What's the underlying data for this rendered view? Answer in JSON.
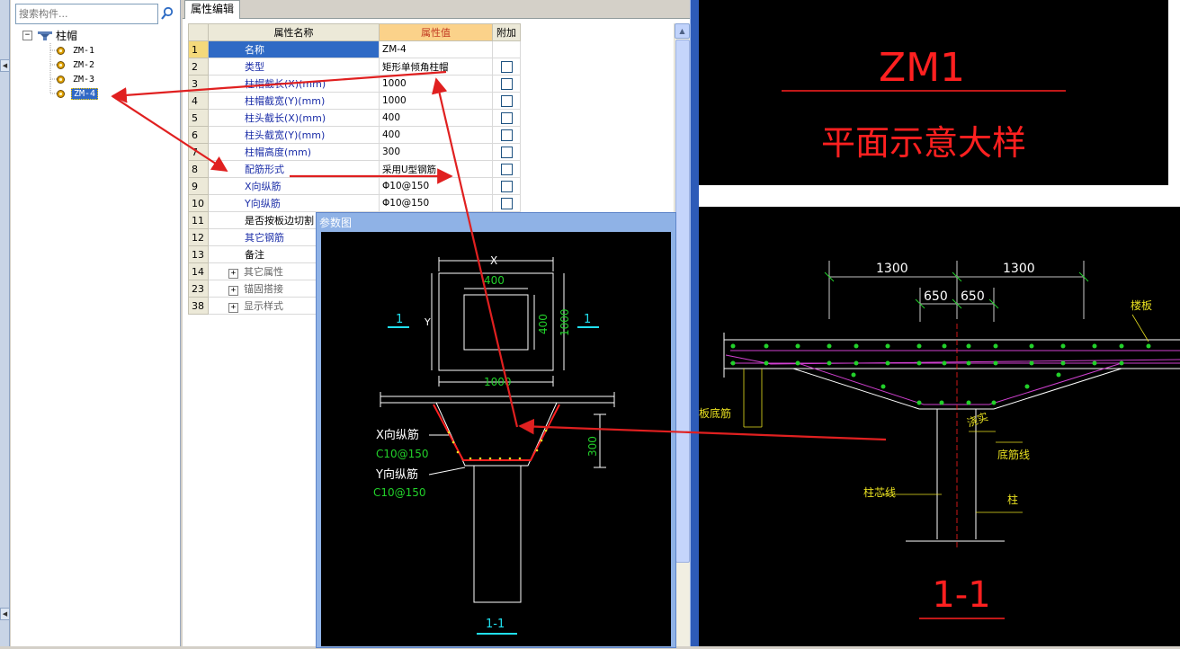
{
  "search": {
    "placeholder": "搜索构件..."
  },
  "tree": {
    "root_label": "柱帽",
    "items": [
      {
        "label": "ZM-1",
        "selected": false
      },
      {
        "label": "ZM-2",
        "selected": false
      },
      {
        "label": "ZM-3",
        "selected": false
      },
      {
        "label": "ZM-4",
        "selected": true
      }
    ]
  },
  "props": {
    "tab_label": "属性编辑",
    "headers": {
      "name": "属性名称",
      "value": "属性值",
      "extra": "附加"
    },
    "rows": [
      {
        "num": "1",
        "name": "名称",
        "value": "ZM-4",
        "checkbox": false
      },
      {
        "num": "2",
        "name": "类型",
        "value": "矩形单倾角柱帽",
        "checkbox": true
      },
      {
        "num": "3",
        "name": "柱帽截长(X)(mm)",
        "value": "1000",
        "checkbox": true
      },
      {
        "num": "4",
        "name": "柱帽截宽(Y)(mm)",
        "value": "1000",
        "checkbox": true
      },
      {
        "num": "5",
        "name": "柱头截长(X)(mm)",
        "value": "400",
        "checkbox": true
      },
      {
        "num": "6",
        "name": "柱头截宽(Y)(mm)",
        "value": "400",
        "checkbox": true
      },
      {
        "num": "7",
        "name": "柱帽高度(mm)",
        "value": "300",
        "checkbox": true
      },
      {
        "num": "8",
        "name": "配筋形式",
        "value": "采用U型钢筋",
        "checkbox": true
      },
      {
        "num": "9",
        "name": "X向纵筋",
        "value": "Φ10@150",
        "checkbox": true
      },
      {
        "num": "10",
        "name": "Y向纵筋",
        "value": "Φ10@150",
        "checkbox": true
      },
      {
        "num": "11",
        "name": "是否按板边切割",
        "value": "",
        "checkbox": false
      },
      {
        "num": "12",
        "name": "其它钢筋",
        "value": "",
        "checkbox": false
      },
      {
        "num": "13",
        "name": "备注",
        "value": "",
        "checkbox": false
      },
      {
        "num": "14",
        "name": "其它属性",
        "value": "",
        "checkbox": false
      },
      {
        "num": "23",
        "name": "锚固搭接",
        "value": "",
        "checkbox": false
      },
      {
        "num": "38",
        "name": "显示样式",
        "value": "",
        "checkbox": false
      }
    ]
  },
  "param_figure": {
    "title": "参数图",
    "dim_x": "X",
    "dim_y": "Y",
    "dim_head_x": "400",
    "dim_head_y": "400",
    "dim_cap_y": "1000",
    "dim_cap_x": "1000",
    "section_mark": "1",
    "height_dim": "300",
    "x_rebar_label": "X向纵筋",
    "x_rebar_value": "C10@150",
    "y_rebar_label": "Y向纵筋",
    "y_rebar_value": "C10@150",
    "section_title": "1-1"
  },
  "cad": {
    "plan_title": "ZM1",
    "plan_subtitle": "平面示意大样",
    "dim_left": "1300",
    "dim_right": "1300",
    "dim_inner_left": "650",
    "dim_inner_right": "650",
    "label_slab": "楼板",
    "label_bottom_bar": "板底筋",
    "label_grout": "浇实",
    "label_cut_line": "底筋线",
    "label_column_axis": "柱芯线",
    "label_column": "柱",
    "section_title": "1-1"
  },
  "colors": {
    "selection_blue": "#3169c6",
    "header_value_bg": "#fbd28a",
    "annotation_arrow": "#e02020",
    "cad_red": "#ff2020",
    "cad_green": "#22d02a",
    "cad_cyan": "#20e0f0",
    "cad_magenta": "#d040d0",
    "cad_yellow": "#e8e020"
  }
}
